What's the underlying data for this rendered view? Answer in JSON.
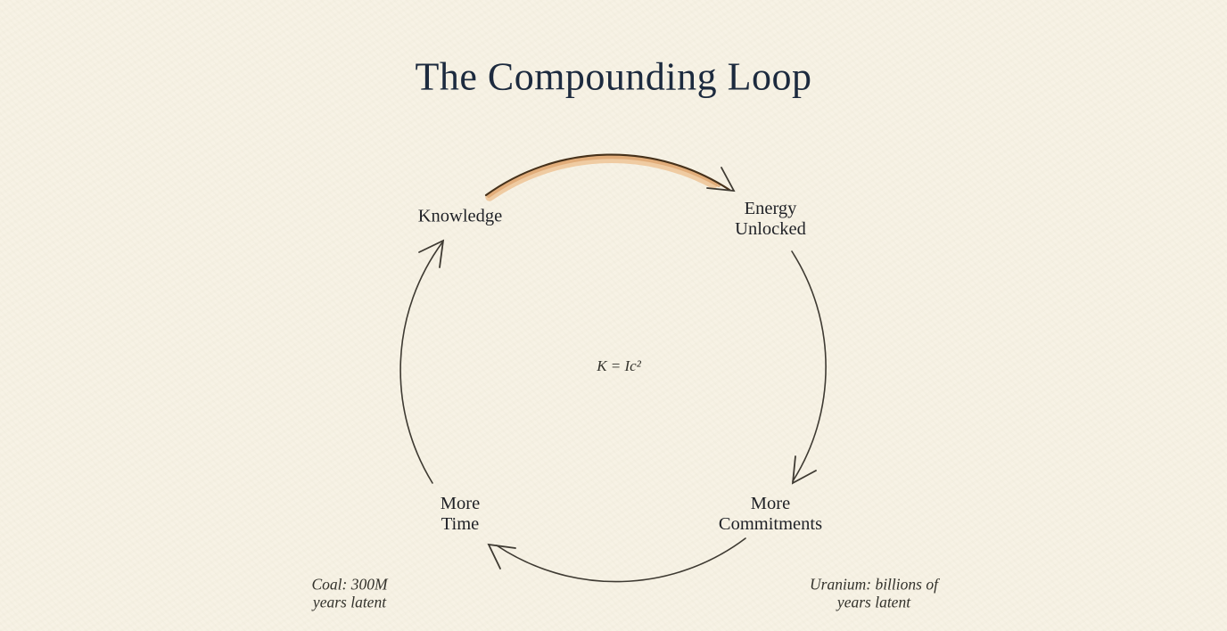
{
  "title": "The Compounding Loop",
  "formula": "K = Ic²",
  "nodes": {
    "knowledge": {
      "label": "Knowledge"
    },
    "energy": {
      "line1": "Energy",
      "line2": "Unlocked"
    },
    "commitments": {
      "line1": "More",
      "line2": "Commitments"
    },
    "time": {
      "line1": "More",
      "line2": "Time"
    }
  },
  "annotations": {
    "coal": {
      "line1": "Coal: 300M",
      "line2": "years latent"
    },
    "uranium": {
      "line1": "Uranium: billions of",
      "line2": "years latent"
    }
  },
  "colors": {
    "background": "#f7f2e4",
    "title": "#1c2a3e",
    "label": "#1f2126",
    "arrow": "#3e3a32",
    "highlight_glow": "#eec69a",
    "highlight_mid": "#dda36c",
    "highlight_core": "#46311a",
    "note": "#32312b"
  }
}
